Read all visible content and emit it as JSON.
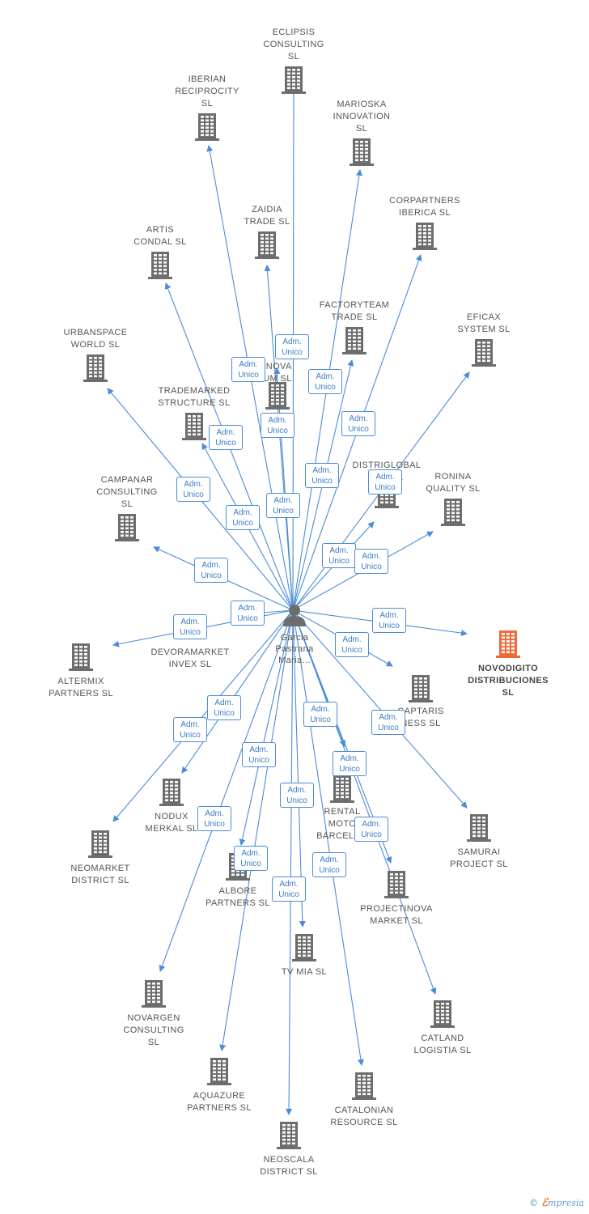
{
  "center": {
    "name": "Garcia\nPastrana\nMaria..."
  },
  "colors": {
    "edge": "#4a8cd6",
    "building": "#6d6d6d",
    "highlight": "#f06a3a"
  },
  "edge_label": {
    "line1": "Adm.",
    "line2": "Unico"
  },
  "companies": [
    {
      "id": "eclipsis",
      "name": "ECLIPSIS\nCONSULTING\nSL"
    },
    {
      "id": "iberian",
      "name": "IBERIAN\nRECIPROCITY\nSL"
    },
    {
      "id": "marioska",
      "name": "MARIOSKA\nINNOVATION\nSL"
    },
    {
      "id": "corpartners",
      "name": "CORPARTNERS\nIBERICA SL"
    },
    {
      "id": "zaidia",
      "name": "ZAIDIA\nTRADE SL"
    },
    {
      "id": "artis",
      "name": "ARTIS\nCONDAL SL"
    },
    {
      "id": "factoryteam",
      "name": "FACTORYTEAM\nTRADE SL"
    },
    {
      "id": "eficax",
      "name": "EFICAX\nSYSTEM SL"
    },
    {
      "id": "urbanspace",
      "name": "URBANSPACE\nWORLD SL"
    },
    {
      "id": "inova",
      "name": "INOVA\nUM SL"
    },
    {
      "id": "trademarked",
      "name": "TRADEMARKED\nSTRUCTURE SL"
    },
    {
      "id": "distriglobal",
      "name": "DISTRIGLOBAL\nEXP SL"
    },
    {
      "id": "ronina",
      "name": "RONINA\nQUALITY SL"
    },
    {
      "id": "campanar",
      "name": "CAMPANAR\nCONSULTING\nSL"
    },
    {
      "id": "devoramarket",
      "name": "DEVORAMARKET\nINVEX SL"
    },
    {
      "id": "altermix",
      "name": "ALTERMIX\nPARTNERS SL"
    },
    {
      "id": "novodigito",
      "name": "NOVODIGITO\nDISTRIBUCIONES\nSL"
    },
    {
      "id": "captaris",
      "name": "CAPTARIS\nNESS SL"
    },
    {
      "id": "nodux",
      "name": "NODUX\nMERKAL SL"
    },
    {
      "id": "rental",
      "name": "RENTAL\nMOTO\nBARCELON"
    },
    {
      "id": "neomarket",
      "name": "NEOMARKET\nDISTRICT SL"
    },
    {
      "id": "samurai",
      "name": "SAMURAI\nPROJECT SL"
    },
    {
      "id": "albore",
      "name": "ALBORE\nPARTNERS SL"
    },
    {
      "id": "projectinova",
      "name": "PROJECTINOVA\nMARKET SL"
    },
    {
      "id": "tvmia",
      "name": "TV MIA SL"
    },
    {
      "id": "novargen",
      "name": "NOVARGEN\nCONSULTING\nSL"
    },
    {
      "id": "catland",
      "name": "CATLAND\nLOGISTIA SL"
    },
    {
      "id": "aquazure",
      "name": "AQUAZURE\nPARTNERS SL"
    },
    {
      "id": "catalonian",
      "name": "CATALONIAN\nRESOURCE SL"
    },
    {
      "id": "neoscala",
      "name": "NEOSCALA\nDISTRICT SL"
    }
  ],
  "footer": {
    "copyright": "©",
    "brand_initial": "ℰ",
    "brand_rest": "mpresia"
  }
}
